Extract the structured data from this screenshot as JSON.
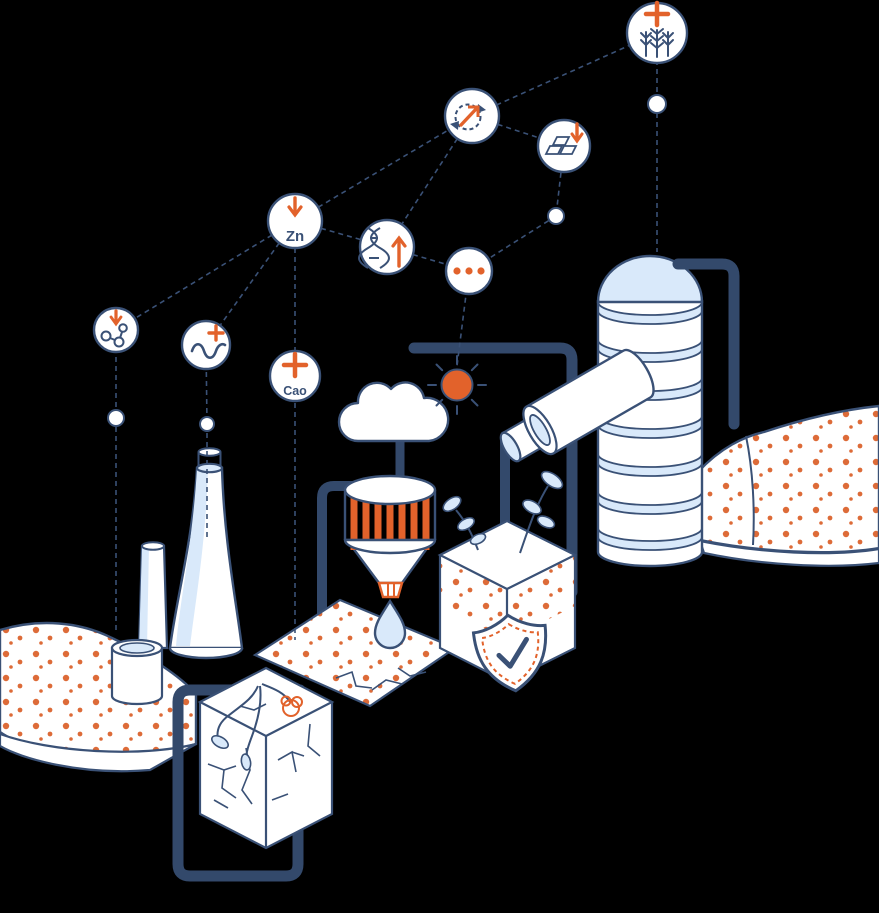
{
  "illustration": {
    "name": "soil-remediation-isometric-illustration",
    "colors": {
      "navy": "#3a5176",
      "pipe_navy": "#33496b",
      "orange": "#e2622b",
      "speckle_orange": "#dd6b38",
      "light_blue": "#d9e9fa",
      "white": "#ffffff",
      "background": "#000000"
    },
    "badges": [
      {
        "icon": "wheat-plus-icon",
        "label": ""
      },
      {
        "icon": "recycle-increase-icon",
        "label": ""
      },
      {
        "icon": "gold-decrease-icon",
        "label": ""
      },
      {
        "icon": "zinc-decrease-icon",
        "label": "Zn"
      },
      {
        "icon": "dna-increase-icon",
        "label": ""
      },
      {
        "icon": "ellipsis-icon",
        "label": ""
      },
      {
        "icon": "molecule-decrease-icon",
        "label": ""
      },
      {
        "icon": "worm-plus-icon",
        "label": ""
      },
      {
        "icon": "calcium-plus-icon",
        "label": "Cao"
      }
    ]
  }
}
